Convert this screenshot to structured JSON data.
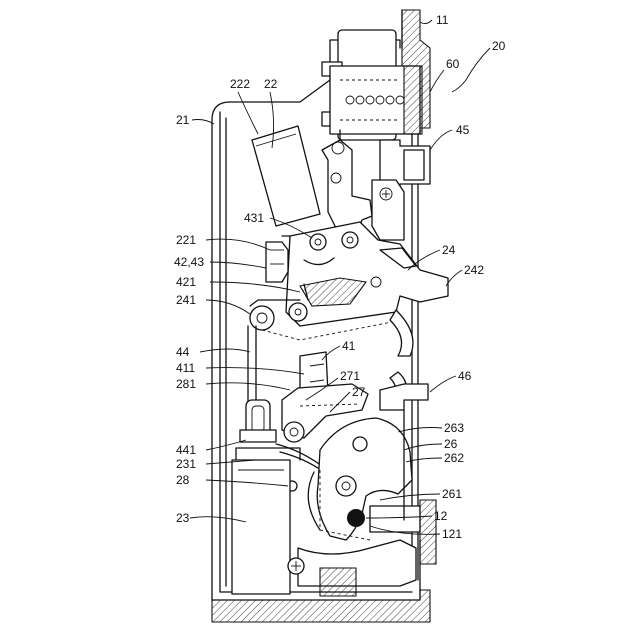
{
  "labels": {
    "n11": "11",
    "n20": "20",
    "n60": "60",
    "n45": "45",
    "n222": "222",
    "n22": "22",
    "n21": "21",
    "n431": "431",
    "n221": "221",
    "n24": "24",
    "n4243": "42,43",
    "n242": "242",
    "n421": "421",
    "n241": "241",
    "n44": "44",
    "n41": "41",
    "n411": "411",
    "n271": "271",
    "n281": "281",
    "n27": "27",
    "n46": "46",
    "n263": "263",
    "n441": "441",
    "n26": "26",
    "n231": "231",
    "n262": "262",
    "n28": "28",
    "n261": "261",
    "n23": "23",
    "n12": "12",
    "n121": "121"
  }
}
